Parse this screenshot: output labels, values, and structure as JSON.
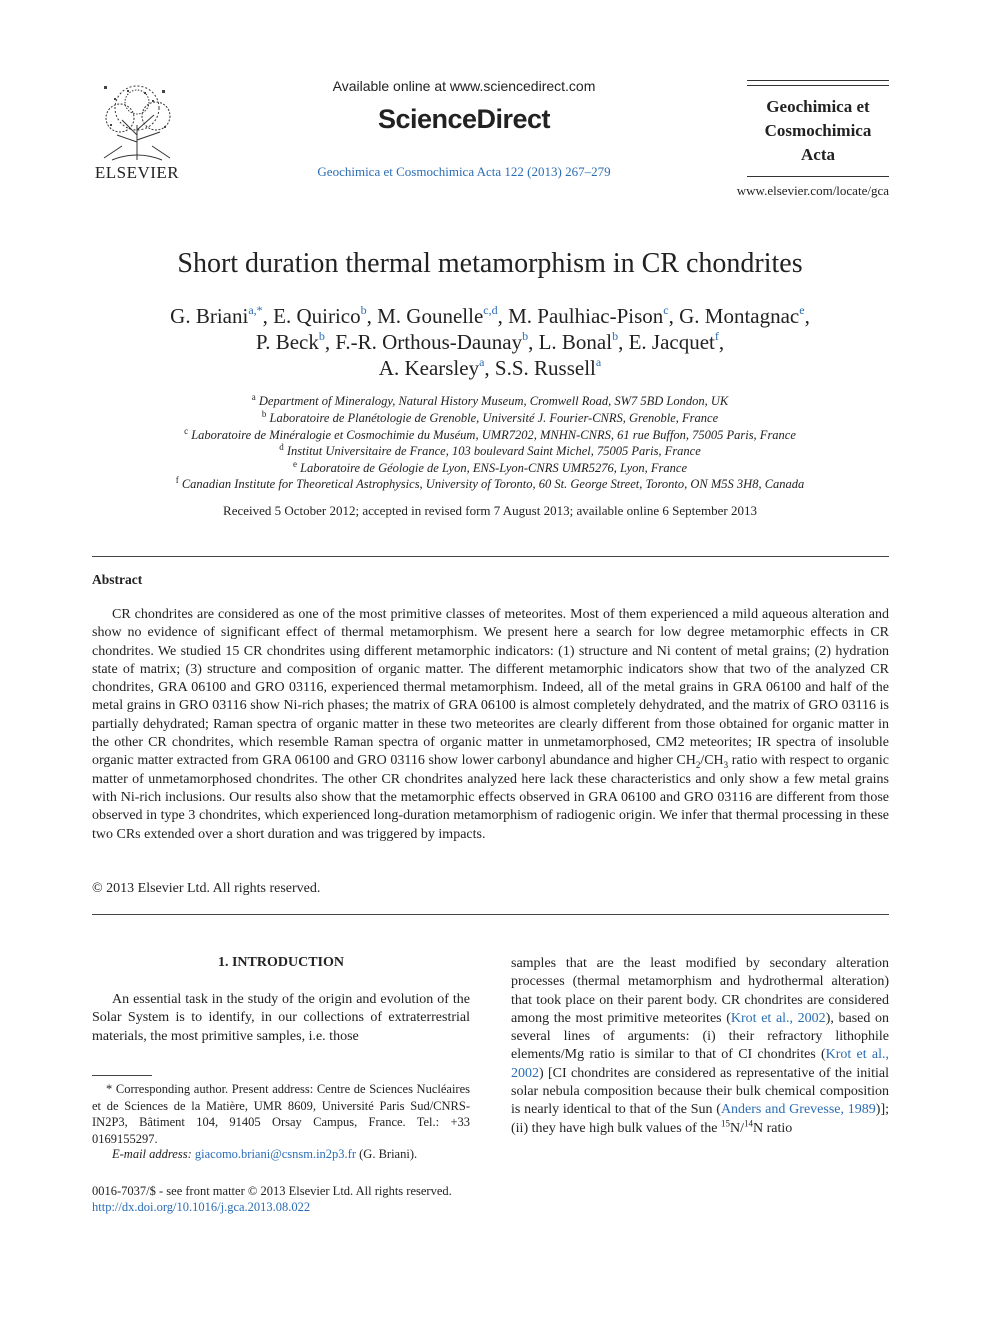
{
  "header": {
    "publisher": "ELSEVIER",
    "available_online": "Available online at www.sciencedirect.com",
    "platform": "ScienceDirect",
    "journal_citation": "Geochimica et Cosmochimica Acta 122 (2013) 267–279",
    "journal_title_lines": [
      "Geochimica et",
      "Cosmochimica",
      "Acta"
    ],
    "journal_url": "www.elsevier.com/locate/gca"
  },
  "article": {
    "title": "Short duration thermal metamorphism in CR chondrites",
    "author_lines": [
      [
        {
          "name": "G. Briani",
          "sup": "a,*",
          "sep": ", "
        },
        {
          "name": "E. Quirico",
          "sup": "b",
          "sep": ", "
        },
        {
          "name": "M. Gounelle",
          "sup": "c,d",
          "sep": ", "
        },
        {
          "name": "M. Paulhiac-Pison",
          "sup": "c",
          "sep": ", "
        },
        {
          "name": "G. Montagnac",
          "sup": "e",
          "sep": ","
        }
      ],
      [
        {
          "name": "P. Beck",
          "sup": "b",
          "sep": ", "
        },
        {
          "name": "F.-R. Orthous-Daunay",
          "sup": "b",
          "sep": ", "
        },
        {
          "name": "L. Bonal",
          "sup": "b",
          "sep": ", "
        },
        {
          "name": "E. Jacquet",
          "sup": "f",
          "sep": ","
        }
      ],
      [
        {
          "name": "A. Kearsley",
          "sup": "a",
          "sep": ", "
        },
        {
          "name": "S.S. Russell",
          "sup": "a",
          "sep": ""
        }
      ]
    ],
    "affiliations": [
      {
        "sup": "a",
        "text": "Department of Mineralogy, Natural History Museum, Cromwell Road, SW7 5BD London, UK"
      },
      {
        "sup": "b",
        "text": "Laboratoire de Planétologie de Grenoble, Université J. Fourier-CNRS, Grenoble, France"
      },
      {
        "sup": "c",
        "text": "Laboratoire de Minéralogie et Cosmochimie du Muséum, UMR7202, MNHN-CNRS, 61 rue Buffon, 75005 Paris, France"
      },
      {
        "sup": "d",
        "text": "Institut Universitaire de France, 103 boulevard Saint Michel, 75005 Paris, France"
      },
      {
        "sup": "e",
        "text": "Laboratoire de Géologie de Lyon, ENS-Lyon-CNRS UMR5276, Lyon, France"
      },
      {
        "sup": "f",
        "text": "Canadian Institute for Theoretical Astrophysics, University of Toronto, 60 St. George Street, Toronto, ON M5S 3H8, Canada"
      }
    ],
    "dates": "Received 5 October 2012; accepted in revised form 7 August 2013; available online 6 September 2013"
  },
  "abstract": {
    "heading": "Abstract",
    "text_1": "CR chondrites are considered as one of the most primitive classes of meteorites. Most of them experienced a mild aqueous alteration and show no evidence of significant effect of thermal metamorphism. We present here a search for low degree metamorphic effects in CR chondrites. We studied 15 CR chondrites using different metamorphic indicators: (1) structure and Ni content of metal grains; (2) hydration state of matrix; (3) structure and composition of organic matter. The different metamorphic indicators show that two of the analyzed CR chondrites, GRA 06100 and GRO 03116, experienced thermal metamorphism. Indeed, all of the metal grains in GRA 06100 and half of the metal grains in GRO 03116 show Ni-rich phases; the matrix of GRA 06100 is almost completely dehydrated, and the matrix of GRO 03116 is partially dehydrated; Raman spectra of organic matter in these two meteorites are clearly different from those obtained for organic matter in the other CR chondrites, which resemble Raman spectra of organic matter in unmetamorphosed, CM2 meteorites; IR spectra of insoluble organic matter extracted from GRA 06100 and GRO 03116 show lower carbonyl abundance and higher CH",
    "sub_1": "2",
    "text_2": "/CH",
    "sub_2": "3",
    "text_3": " ratio with respect to organic matter of unmetamorphosed chondrites. The other CR chondrites analyzed here lack these characteristics and only show a few metal grains with Ni-rich inclusions. Our results also show that the metamorphic effects observed in GRA 06100 and GRO 03116 are different from those observed in type 3 chondrites, which experienced long-duration metamorphism of radiogenic origin. We infer that thermal processing in these two CRs extended over a short duration and was triggered by impacts.",
    "copyright": "© 2013 Elsevier Ltd. All rights reserved."
  },
  "intro": {
    "heading": "1. INTRODUCTION",
    "left_text": "An essential task in the study of the origin and evolution of the Solar System is to identify, in our collections of extraterrestrial materials, the most primitive samples, i.e. those",
    "right": {
      "t1": "samples that are the least modified by secondary alteration processes (thermal metamorphism and hydrothermal alteration) that took place on their parent body. CR chondrites are considered among the most primitive meteorites (",
      "ref1": "Krot et al., 2002",
      "t2": "), based on several lines of arguments: (i) their refractory lithophile elements/Mg ratio is similar to that of CI chondrites (",
      "ref2": "Krot et al., 2002",
      "t3": ") [CI chondrites are considered as representative of the initial solar nebula composition because their bulk chemical composition is nearly identical to that of the Sun (",
      "ref3": "Anders and Grevesse, 1989",
      "t4": ")]; (ii) they have high bulk values of the ",
      "sup_a": "15",
      "t5": "N/",
      "sup_b": "14",
      "t6": "N ratio"
    }
  },
  "footnote": {
    "text": "* Corresponding author. Present address: Centre de Sciences Nucléaires et de Sciences de la Matière, UMR 8609, Université Paris Sud/CNRS-IN2P3, Bâtiment 104, 91405 Orsay Campus, France. Tel.: +33 0169155297.",
    "email_label": "E-mail address:",
    "email": "giacomo.briani@csnsm.in2p3.fr",
    "email_suffix": " (G. Briani).",
    "issn": "0016-7037/$ - see front matter © 2013 Elsevier Ltd. All rights reserved.",
    "doi": "http://dx.doi.org/10.1016/j.gca.2013.08.022"
  },
  "colors": {
    "link": "#2a6db5",
    "text": "#222222"
  }
}
